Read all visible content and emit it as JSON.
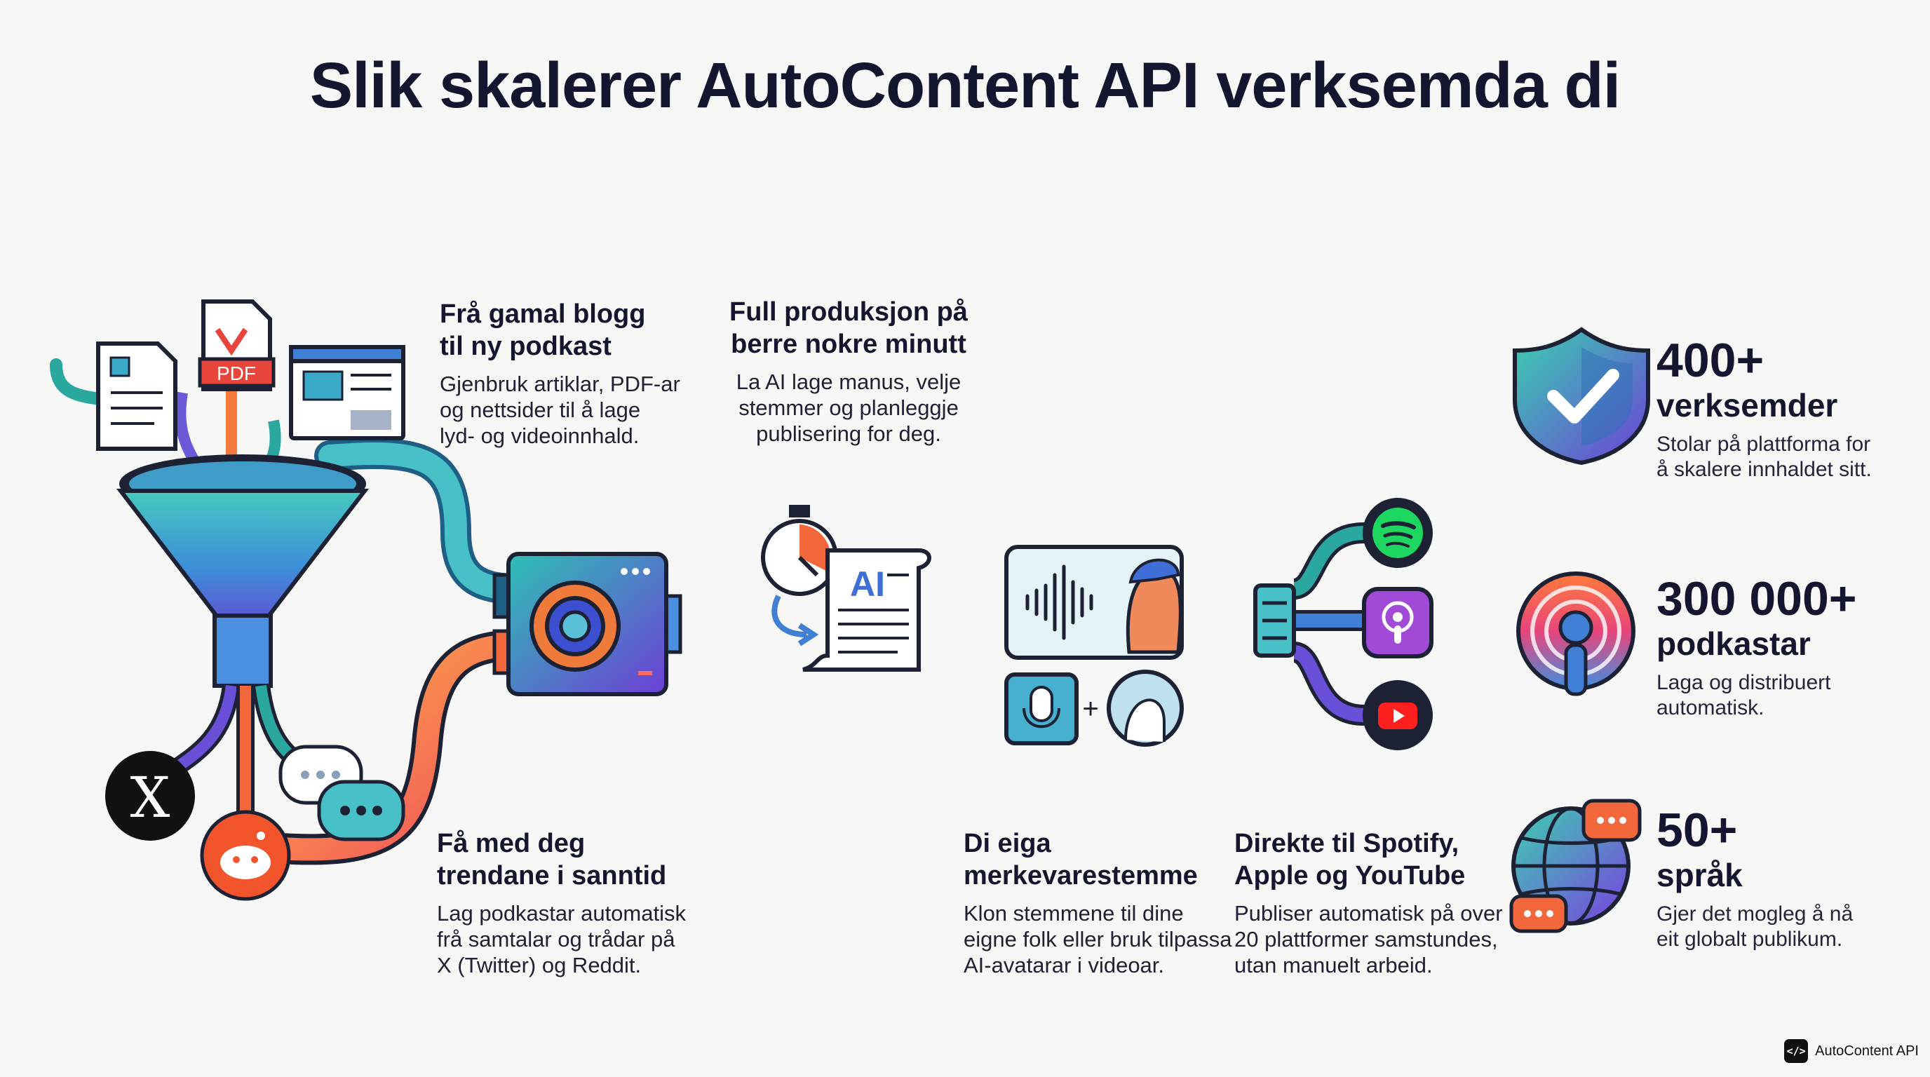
{
  "title": "Slik skalerer AutoContent API verksemda di",
  "features": [
    {
      "heading_line1": "Frå gamal blogg",
      "heading_line2": "til ny podkast",
      "text_line1": "Gjenbruk artiklar, PDF-ar",
      "text_line2": "og nettsider til å lage",
      "text_line3": "lyd- og videoinnhald."
    },
    {
      "heading_line1": "Full produksjon på",
      "heading_line2": "berre nokre minutt",
      "text_line1": "La AI lage manus, velje",
      "text_line2": "stemmer og planleggje",
      "text_line3": "publisering for deg."
    },
    {
      "heading_line1": "Få med deg",
      "heading_line2": "trendane i sanntid",
      "text_line1": "Lag podkastar automatisk",
      "text_line2": "frå samtalar og trådar på",
      "text_line3": "X (Twitter) og Reddit."
    },
    {
      "heading_line1": "Di eiga",
      "heading_line2": "merkevarestemme",
      "text_line1": "Klon stemmene til dine",
      "text_line2": "eigne folk eller bruk tilpassa",
      "text_line3": "AI-avatarar i videoar."
    },
    {
      "heading_line1": "Direkte til Spotify,",
      "heading_line2": "Apple og YouTube",
      "text_line1": "Publiser automatisk på over",
      "text_line2": "20 plattformer samstundes,",
      "text_line3": "utan manuelt arbeid."
    }
  ],
  "stats": [
    {
      "number": "400+",
      "label": "verksemder",
      "text_line1": "Stolar på plattforma for",
      "text_line2": "å skalere innhaldet sitt.",
      "icon": "shield-check-icon"
    },
    {
      "number": "300 000+",
      "label": "podkastar",
      "text_line1": "Laga og distribuert",
      "text_line2": "automatisk.",
      "icon": "podcast-icon"
    },
    {
      "number": "50+",
      "label": "språk",
      "text_line1": "Gjer det mogleg å nå",
      "text_line2": "eit globalt publikum.",
      "icon": "globe-chat-icon"
    }
  ],
  "illustration": {
    "pdf_label": "PDF",
    "ai_label": "AI",
    "plus": "+",
    "x_logo": "X"
  },
  "brand_badge": {
    "label": "AutoContent API",
    "icon_glyph": "</>"
  },
  "colors": {
    "title": "#14162f",
    "teal": "#2bb3b1",
    "orange": "#f2683c",
    "purple": "#6b4fd8",
    "blue": "#3f7fd6"
  }
}
